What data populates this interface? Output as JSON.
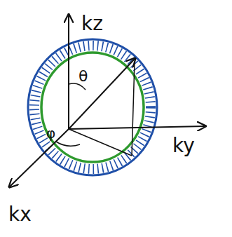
{
  "diagram": {
    "labels": [
      "kz",
      "ky",
      "kx",
      "θ",
      "φ"
    ]
  }
}
